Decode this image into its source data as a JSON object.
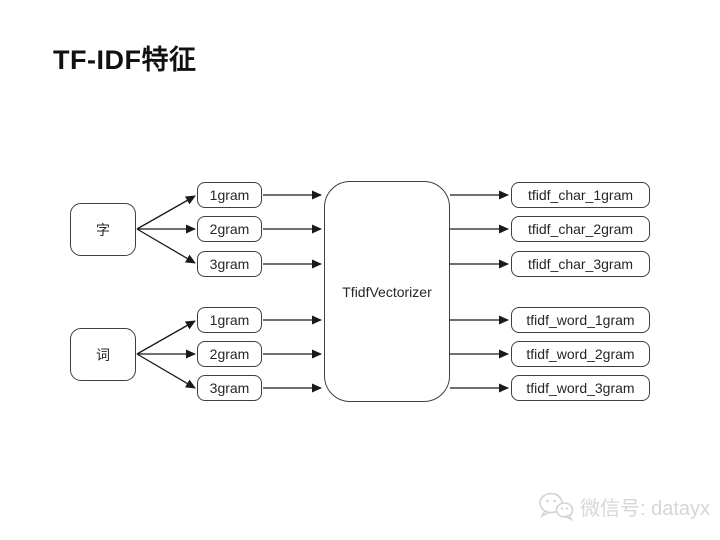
{
  "title": "TF-IDF特征",
  "diagram": {
    "inputs": [
      {
        "label": "字"
      },
      {
        "label": "词"
      }
    ],
    "char_grams": [
      "1gram",
      "2gram",
      "3gram"
    ],
    "word_grams": [
      "1gram",
      "2gram",
      "3gram"
    ],
    "center": {
      "label": "TfidfVectorizer"
    },
    "char_outputs": [
      "tfidf_char_1gram",
      "tfidf_char_2gram",
      "tfidf_char_3gram"
    ],
    "word_outputs": [
      "tfidf_word_1gram",
      "tfidf_word_2gram",
      "tfidf_word_3gram"
    ]
  },
  "watermark": {
    "label": "微信号: datayx",
    "icon": "wechat-icon"
  },
  "colors": {
    "background": "#ffffff",
    "border": "#3f3f3f",
    "arrow": "#1a1a1a",
    "text": "#262626",
    "watermark": "#d6d6d6"
  }
}
